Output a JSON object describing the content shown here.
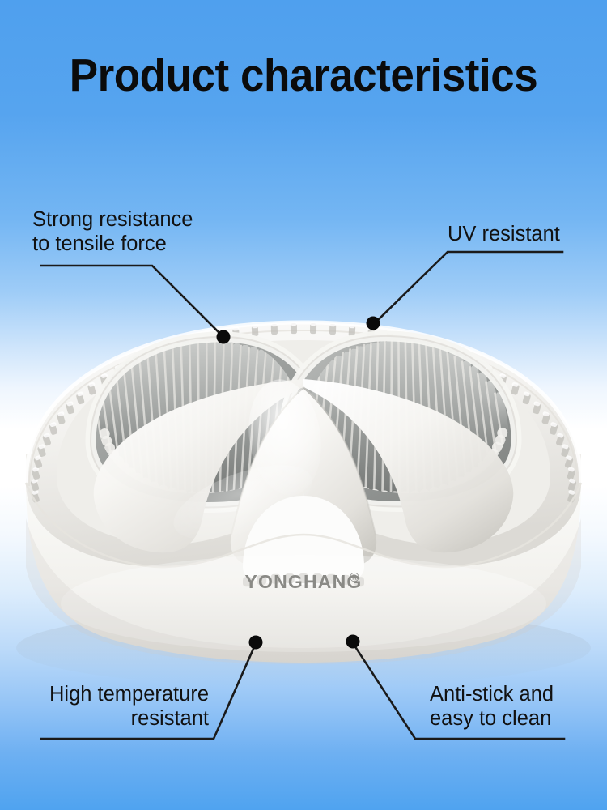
{
  "page": {
    "title": "Product characteristics",
    "background_top_color": "#4FA0EE",
    "background_mid_color": "#FFFFFF",
    "background_bottom_color": "#4FA3F0",
    "text_color": "#111111",
    "line_color": "#1A1A1A"
  },
  "product": {
    "name": "polyurethane-timing-belt",
    "brand_mark": "YONGHANG",
    "brand_symbol": "®",
    "brand_color": "#8A8A86",
    "body_color": "#F4F3F1",
    "tooth_color": "#9A9C9B"
  },
  "callouts": [
    {
      "id": "tensile",
      "line1": "Strong resistance",
      "line2": "to tensile force",
      "align": "left"
    },
    {
      "id": "uv",
      "line1": "UV resistant",
      "line2": "",
      "align": "left"
    },
    {
      "id": "high-temp",
      "line1": "High temperature",
      "line2": "resistant",
      "align": "right"
    },
    {
      "id": "anti-stick",
      "line1": "Anti-stick and",
      "line2": "easy to clean",
      "align": "left"
    }
  ]
}
